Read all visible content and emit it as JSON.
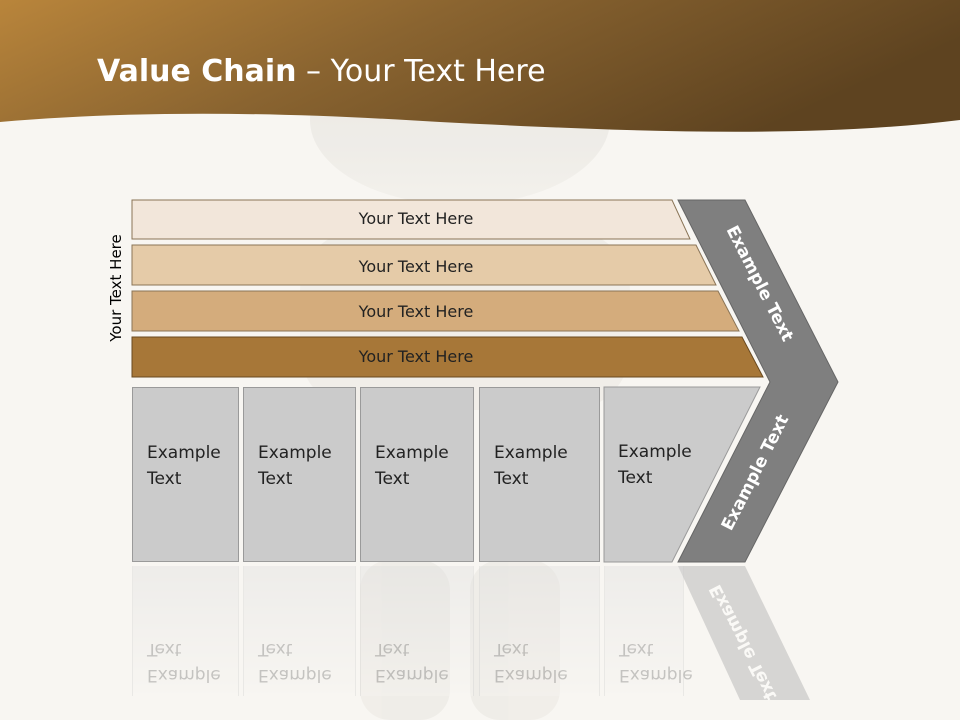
{
  "title": {
    "bold": "Value Chain",
    "rest": " – Your Text Here"
  },
  "side_label": "Your Text Here",
  "bars": [
    {
      "label": "Your Text Here",
      "color": "#f2e6da"
    },
    {
      "label": "Your Text Here",
      "color": "#e5cba8"
    },
    {
      "label": "Your Text Here",
      "color": "#d4ac7c"
    },
    {
      "label": "Your Text Here",
      "color": "#a77738"
    }
  ],
  "boxes": [
    {
      "label": "Example Text"
    },
    {
      "label": "Example Text"
    },
    {
      "label": "Example Text"
    },
    {
      "label": "Example Text"
    },
    {
      "label": "Example Text"
    }
  ],
  "chevron": {
    "upper": "Example Text",
    "lower": "Example Text",
    "color": "#7f7f7f"
  },
  "colors": {
    "header_dark": "#5e4320",
    "header_light": "#b9853b",
    "background": "#f8f6f2"
  }
}
